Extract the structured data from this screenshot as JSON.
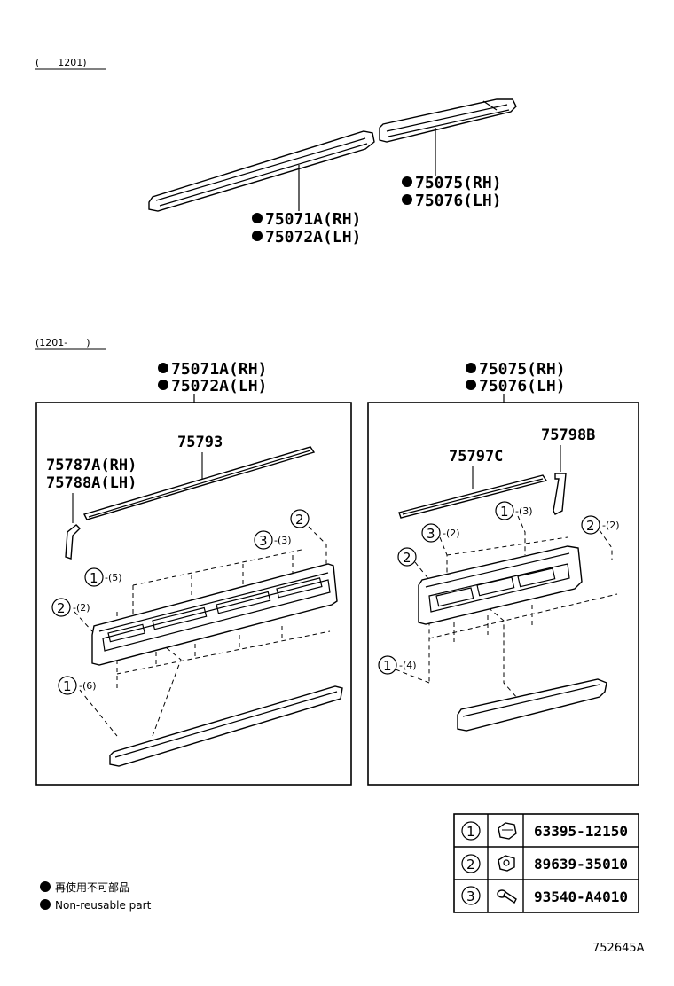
{
  "upper_section": {
    "date_range": "(      1201)",
    "labels": {
      "front_rh": "75071A(RH)",
      "front_lh": "75072A(LH)",
      "rear_rh": "75075(RH)",
      "rear_lh": "75076(LH)"
    }
  },
  "lower_section": {
    "date_range": "(1201-      )",
    "left_panel": {
      "header_rh": "75071A(RH)",
      "header_lh": "75072A(LH)",
      "part_top": "75793",
      "part_side_rh": "75787A(RH)",
      "part_side_lh": "75788A(LH)",
      "callouts": [
        {
          "num": "2",
          "qty": ""
        },
        {
          "num": "3",
          "qty": "-(3)"
        },
        {
          "num": "1",
          "qty": "-(5)"
        },
        {
          "num": "2",
          "qty": "-(2)"
        },
        {
          "num": "1",
          "qty": "-(6)"
        }
      ]
    },
    "right_panel": {
      "header_rh": "75075(RH)",
      "header_lh": "75076(LH)",
      "part_top": "75797C",
      "part_side": "75798B",
      "callouts": [
        {
          "num": "1",
          "qty": "-(3)"
        },
        {
          "num": "3",
          "qty": "-(2)"
        },
        {
          "num": "2",
          "qty": "-(2)"
        },
        {
          "num": "2",
          "qty": ""
        },
        {
          "num": "1",
          "qty": "-(4)"
        }
      ]
    }
  },
  "fastener_table": [
    {
      "num": "1",
      "icon": "clip-icon",
      "part": "63395-12150"
    },
    {
      "num": "2",
      "icon": "clip-icon",
      "part": "89639-35010"
    },
    {
      "num": "3",
      "icon": "screw-icon",
      "part": "93540-A4010"
    }
  ],
  "legend": {
    "jp": "再使用不可部品",
    "en": "Non-reusable part"
  },
  "diagram_code": "752645A"
}
